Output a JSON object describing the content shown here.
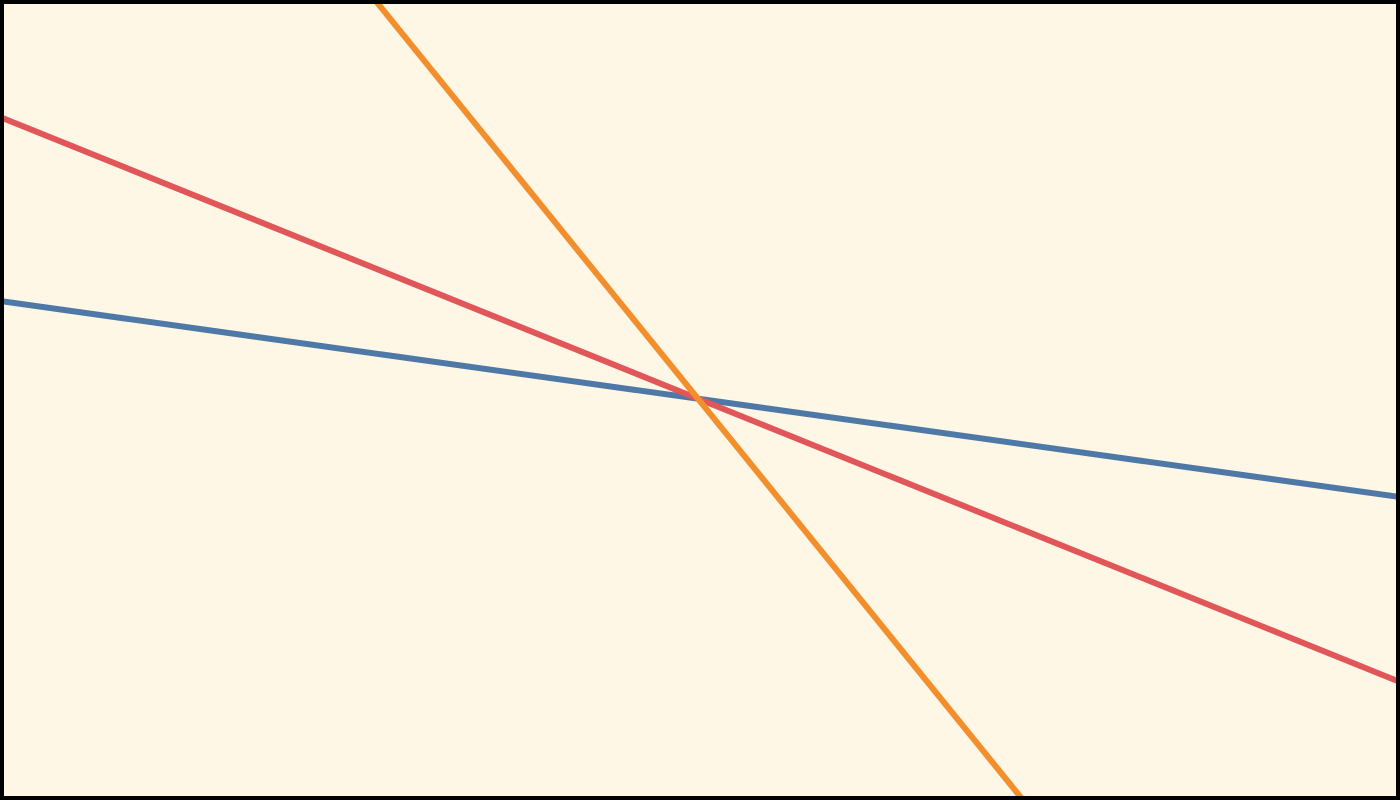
{
  "diagram": {
    "background_color": "#FFF7E6",
    "border_color": "#000000",
    "lines": [
      {
        "name": "blue-line",
        "color": "#4E79A7"
      },
      {
        "name": "red-line",
        "color": "#E15759"
      },
      {
        "name": "orange-line",
        "color": "#F28E2B"
      }
    ]
  }
}
